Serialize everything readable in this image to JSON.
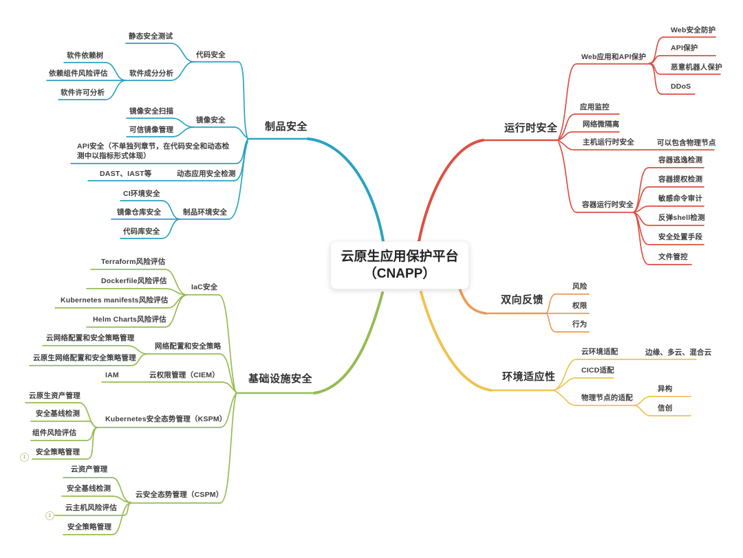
{
  "center": {
    "title_line1": "云原生应用保护平台",
    "title_line2": "（CNAPP）"
  },
  "branches": {
    "artifact": {
      "label": "制品安全",
      "color": "#2AA3C1"
    },
    "runtime": {
      "label": "运行时安全",
      "color": "#DE4F42"
    },
    "feedback": {
      "label": "双向反馈",
      "color": "#EC9A4E"
    },
    "adaptability": {
      "label": "环境适应性",
      "color": "#F0C24F"
    },
    "infrastructure": {
      "label": "基础设施安全",
      "color": "#95BC53"
    }
  },
  "n": {
    "code": "代码安全",
    "sast": "静态安全测试",
    "sca": "软件成分分析",
    "deptree": "软件依赖树",
    "deprisk": "依赖组件风险评估",
    "license": "软件许可分析",
    "image": "镜像安全",
    "imgscan": "镜像安全扫描",
    "trusted": "可信镜像管理",
    "api": "API安全（不单独列章节，在代码安全和动态检测中以指标形式体现）",
    "dast": "DAST、IAST等",
    "dynamic": "动态应用安全检测",
    "env": "制品环境安全",
    "ci": "CI环境安全",
    "registry": "镜像仓库安全",
    "repo": "代码库安全",
    "waap": "Web应用和API保护",
    "web": "Web安全防护",
    "apiprot": "API保护",
    "bot": "恶意机器人保护",
    "ddos": "DDoS",
    "apm": "应用监控",
    "microseg": "网络微隔离",
    "host": "主机运行时安全",
    "physical_node": "可以包含物理节点",
    "container": "容器运行时安全",
    "escape": "容器逃逸检测",
    "privesc": "容器提权检测",
    "cmdaudit": "敏感命令审计",
    "revshell": "反弹shell检测",
    "response": "安全处置手段",
    "filectl": "文件管控",
    "risk": "风险",
    "perm": "权限",
    "behavior": "行为",
    "cloud_adapt": "云环境适配",
    "edge": "边缘、多云、混合云",
    "cicd": "CICD适配",
    "physical_adapt": "物理节点的适配",
    "hetero": "异构",
    "xinchuang": "信创",
    "iac": "IaC安全",
    "terraform": "Terraform风险评估",
    "dockerfile": "Dockerfile风险评估",
    "k8smanifests": "Kubernetes manifests风险评估",
    "helm": "Helm Charts风险评估",
    "netpolicy": "网络配置和安全策略",
    "cloudnet": "云网络配置和安全策略管理",
    "cnnet": "云原生网络配置和安全策略管理",
    "ciem": "云权限管理（CIEM）",
    "iam": "IAM",
    "kspm": "Kubernetes安全态势管理（KSPM）",
    "cnasset": "云原生资产管理",
    "baseline1": "安全基线检测",
    "comprisk": "组件风险评估",
    "policy1": "安全策略管理",
    "cspm": "云安全态势管理（CSPM）",
    "cloudasset": "云资产管理",
    "baseline2": "安全基线检测",
    "hostrisk": "云主机风险评估",
    "policy2": "安全策略管理"
  },
  "markers": {
    "m1": "1",
    "m2": "1"
  }
}
